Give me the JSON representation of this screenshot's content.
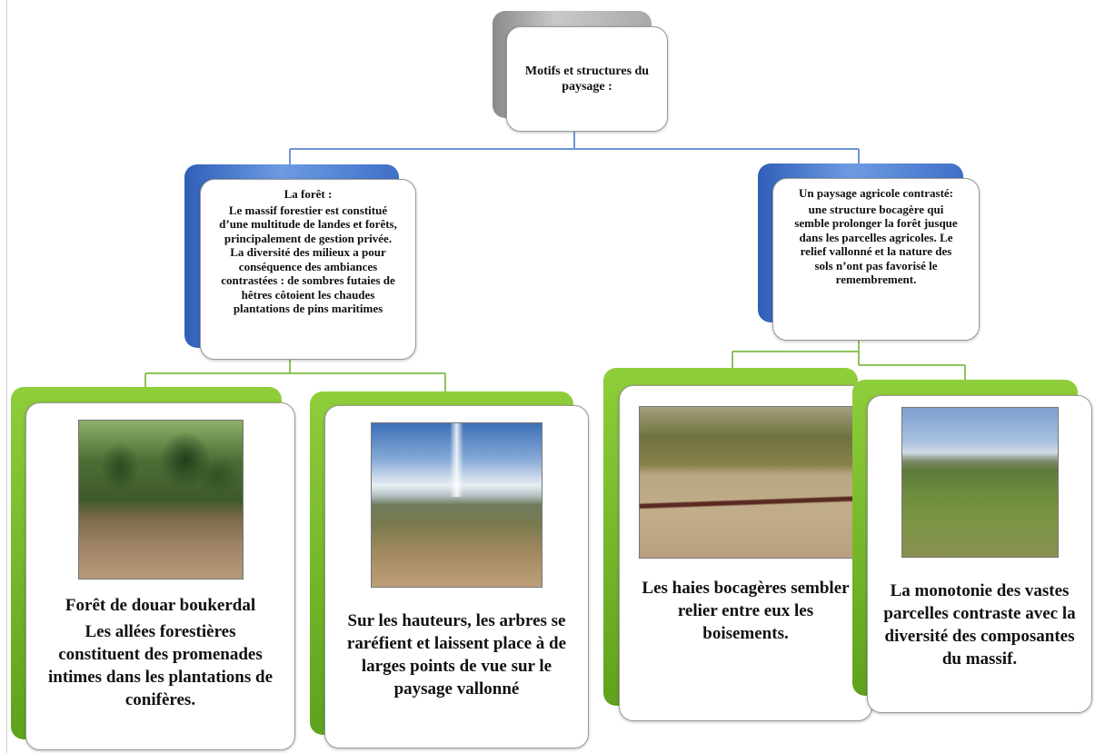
{
  "root": {
    "title_lines": [
      "Motifs et structures du",
      "paysage :"
    ]
  },
  "branches": [
    {
      "title": "La forêt :",
      "body_lines": [
        "Le massif forestier est constitué",
        "d’une multitude de landes et forêts,",
        "principalement de gestion privée.",
        "La diversité des milieux a pour",
        "conséquence des ambiances",
        "contrastées : de sombres futaies de",
        "hêtres côtoient les chaudes",
        "plantations de pins maritimes"
      ]
    },
    {
      "title": "Un paysage agricole contrasté:",
      "body_lines": [
        "une structure bocagère qui",
        "semble prolonger la forêt jusque",
        "dans les parcelles agricoles. Le",
        "relief vallonné et la nature des",
        "sols n’ont pas favorisé le",
        "remembrement."
      ]
    }
  ],
  "leaves": [
    {
      "image": "forest-path-photo",
      "caption_title": "Forêt de douar boukerdal",
      "caption_lines": [
        "Les allées forestières",
        "constituent des promenades",
        "intimes dans les plantations de",
        "conifères."
      ]
    },
    {
      "image": "hilltop-view-photo",
      "caption_lines": [
        "Sur les hauteurs, les arbres se",
        "raréfient et laissent place à de",
        "larges points de vue sur le",
        "paysage vallonné"
      ]
    },
    {
      "image": "hedgerow-fields-photo",
      "caption_lines": [
        "Les haies bocagères sembler",
        "relier entre eux les",
        "boisements."
      ]
    },
    {
      "image": "open-fields-photo",
      "caption_lines": [
        "La monotonie des vastes",
        "parcelles contraste avec la",
        "diversité des composantes",
        "du massif."
      ]
    }
  ],
  "colors": {
    "root_accent": "#9b9b9b",
    "branch_accent": "#3f6fc6",
    "leaf_accent": "#7dbb2e",
    "connector_blue": "#6f95d6",
    "connector_green": "#8cc45a"
  }
}
